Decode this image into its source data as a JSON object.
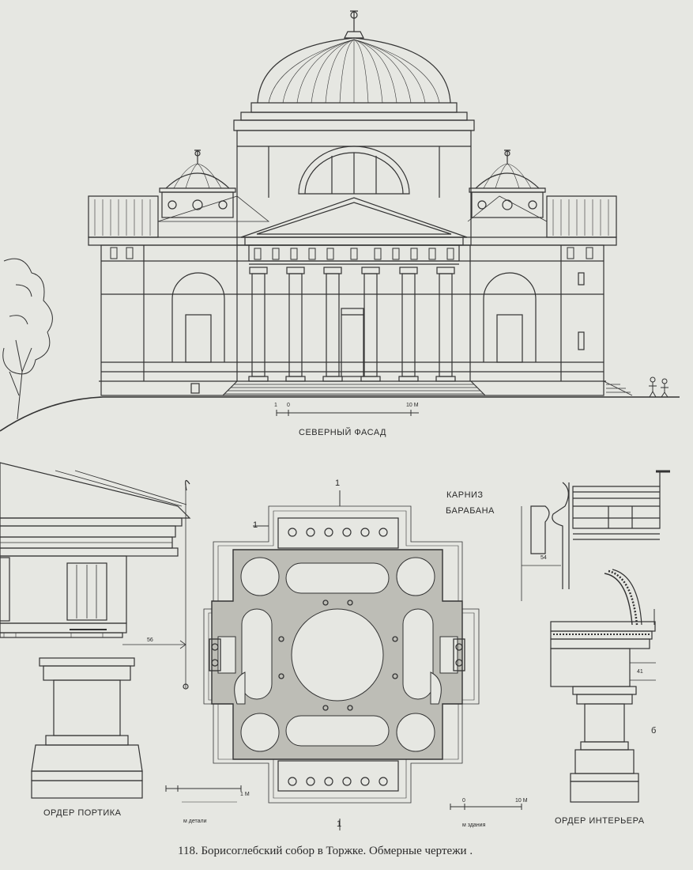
{
  "facade": {
    "title": "СЕВЕРНЫЙ ФАСАД",
    "scale": {
      "start": "1",
      "zero": "0",
      "end": "10 М"
    }
  },
  "cornice": {
    "label_line1": "КАРНИЗ",
    "label_line2": "БАРАБАНА",
    "dim": "54"
  },
  "plan": {
    "section_top": "1",
    "section_left": "1",
    "section_bottom": "1",
    "scale": {
      "zero": "0",
      "end": "10 М",
      "note": "м здания"
    }
  },
  "portico_order": {
    "title": "ОРДЕР ПОРТИКА",
    "dim": "56",
    "scale": {
      "end": "1 М",
      "note": "м детали"
    }
  },
  "interior_order": {
    "title": "ОРДЕР ИНТЕРЬЕРА",
    "dim": "41",
    "mark": "б"
  },
  "caption": "118. Борисоглебский собор в Торжке. Обмерные чертежи ."
}
